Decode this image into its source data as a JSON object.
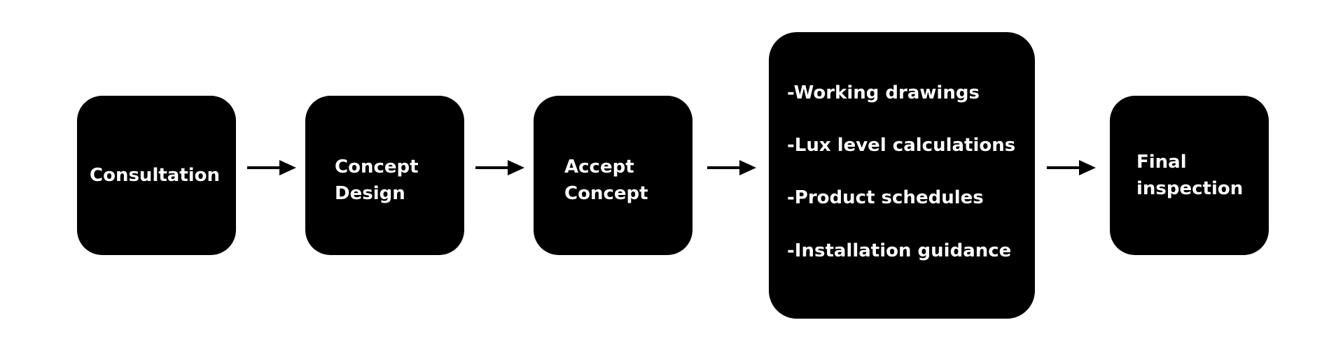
{
  "colors": {
    "box_fill": "#000000",
    "box_text": "#ffffff",
    "arrow": "#000000",
    "background": "#ffffff"
  },
  "diagram": {
    "steps": [
      {
        "label": "Consultation"
      },
      {
        "label": "Concept\nDesign"
      },
      {
        "label": "Accept\nConcept"
      },
      {
        "items": [
          "-Working drawings",
          "-Lux level calculations",
          "-Product schedules",
          "-Installation guidance"
        ]
      },
      {
        "label": "Final\ninspection"
      }
    ],
    "arrow_icon": "right-arrow-icon"
  }
}
